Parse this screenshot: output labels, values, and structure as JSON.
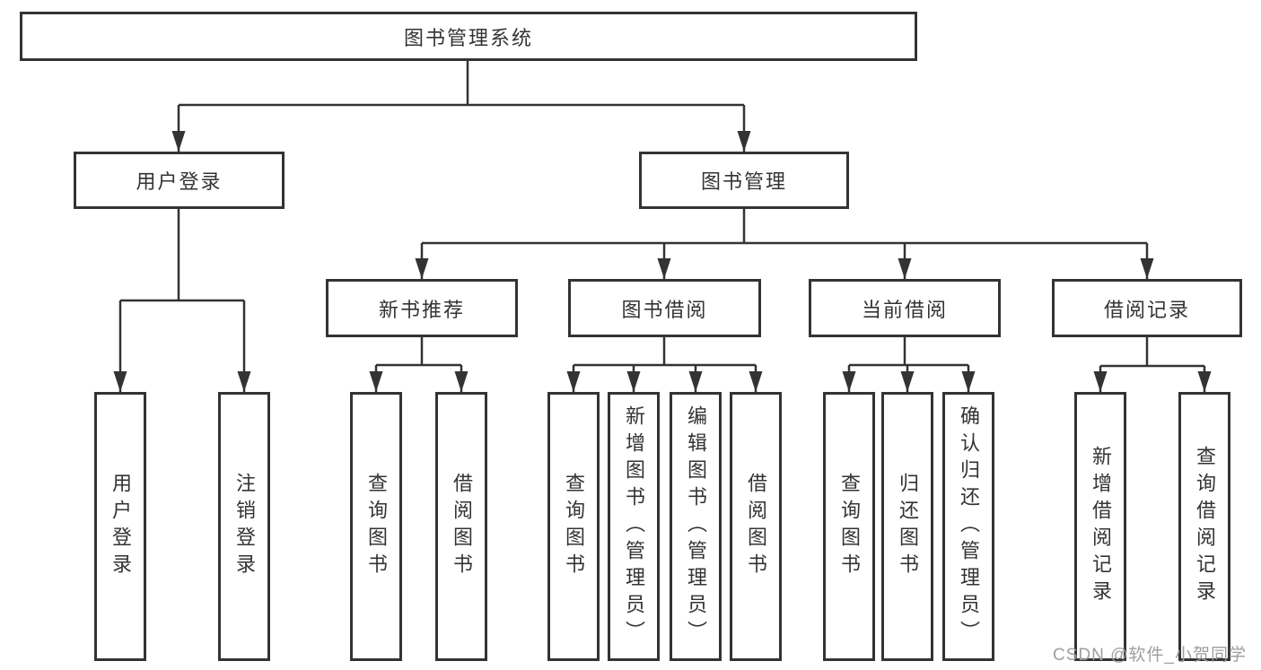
{
  "diagram_title": "图书管理系统",
  "tree": {
    "label": "图书管理系统",
    "children": [
      {
        "label": "用户登录",
        "children": [
          {
            "label": "用户登录"
          },
          {
            "label": "注销登录"
          }
        ]
      },
      {
        "label": "图书管理",
        "children": [
          {
            "label": "新书推荐",
            "children": [
              {
                "label": "查询图书"
              },
              {
                "label": "借阅图书"
              }
            ]
          },
          {
            "label": "图书借阅",
            "children": [
              {
                "label": "查询图书"
              },
              {
                "label": "新增图书（管理员）"
              },
              {
                "label": "编辑图书（管理员）"
              },
              {
                "label": "借阅图书"
              }
            ]
          },
          {
            "label": "当前借阅",
            "children": [
              {
                "label": "查询图书"
              },
              {
                "label": "归还图书"
              },
              {
                "label": "确认归还（管理员）"
              }
            ]
          },
          {
            "label": "借阅记录",
            "children": [
              {
                "label": "新增借阅记录"
              },
              {
                "label": "查询借阅记录"
              }
            ]
          }
        ]
      }
    ]
  },
  "watermark": {
    "text": "CSDN @软件_小贺同学"
  },
  "colors": {
    "line": "#333333",
    "box_border": "#333333",
    "text": "#333333",
    "background": "#ffffff",
    "watermark": "#9e9e9e"
  }
}
